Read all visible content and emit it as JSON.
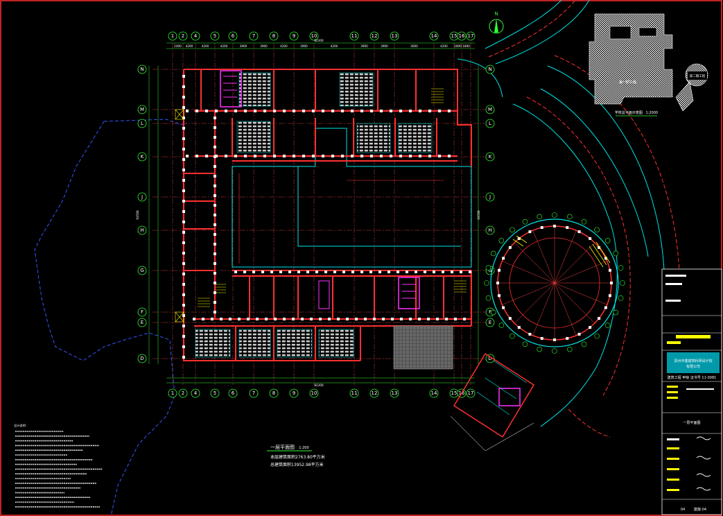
{
  "drawing": {
    "plan_title": "一层平面图",
    "plan_scale": "1:200",
    "area_line_1": "本层建筑面积2763.80平方米",
    "area_line_2": "总建筑面积13952.98平方米",
    "site_plan_title": "学校总平面示意图",
    "site_plan_scale": "1:2000",
    "zone_label_1": "第一期工程",
    "zone_label_2": "第二期工程",
    "north_label": "N",
    "notes_title": "设计说明：",
    "top_total_dim": "82300",
    "bottom_total_dim": "82300",
    "left_total_dim": "64500",
    "right_total_dim": "64500"
  },
  "axes": {
    "columns": [
      "1",
      "2",
      "4",
      "5",
      "6",
      "7",
      "8",
      "9",
      "10",
      "11",
      "12",
      "13",
      "14",
      "15",
      "16",
      "17"
    ],
    "rows": [
      "N",
      "M",
      "L",
      "K",
      "J",
      "H",
      "G",
      "F",
      "E",
      "D"
    ]
  },
  "top_dims": [
    "2400",
    "4200",
    "4200",
    "4200",
    "3900",
    "3900",
    "4200",
    "3900",
    "4200",
    "3900",
    "3900",
    "3600",
    "4200",
    "1800",
    "1800"
  ],
  "title_block": {
    "firm": "贵州中建建筑科研设计院",
    "firm_sub": "有限公司",
    "cert": "建筑工程 甲级 证书号 11-0081",
    "sheet_name": "一层平面图",
    "drawing_no": "建施-04",
    "page": "04"
  },
  "colors": {
    "wall": "#ff2a2a",
    "grid": "#ff4444",
    "cyan": "#00e5e5",
    "magenta": "#ff33ff",
    "yellow": "#ffff00",
    "green": "#33ff33",
    "blue": "#3355ff",
    "white": "#ffffff"
  }
}
